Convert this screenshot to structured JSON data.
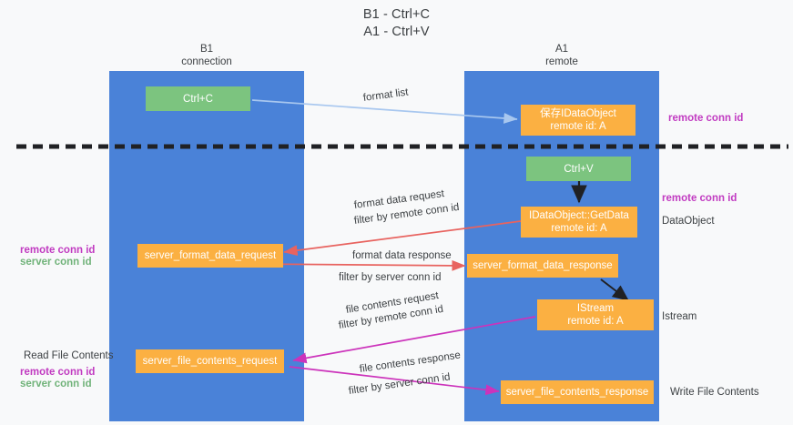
{
  "title": {
    "line1": "B1 - Ctrl+C",
    "line2": "A1 - Ctrl+V"
  },
  "lanes": [
    {
      "name": "B1",
      "sub": "connection"
    },
    {
      "name": "A1",
      "sub": "remote"
    }
  ],
  "nodes": {
    "ctrl_c": {
      "label": "Ctrl+C"
    },
    "ctrl_v": {
      "label": "Ctrl+V"
    },
    "save_idataobject": {
      "line1": "保存IDataObject",
      "line2": "remote id: A"
    },
    "getdata": {
      "line1": "IDataObject::GetData",
      "line2": "remote id: A"
    },
    "istream": {
      "line1": "IStream",
      "line2": "remote id: A"
    },
    "server_format_data_request": {
      "label": "server_format_data_request"
    },
    "server_format_data_response": {
      "label": "server_format_data_response"
    },
    "server_file_contents_request": {
      "label": "server_file_contents_request"
    },
    "server_file_contents_response": {
      "label": "server_file_contents_response"
    }
  },
  "edge_labels": {
    "format_list": "format list",
    "format_data_request": "format data request",
    "format_data_response": "format data response",
    "file_contents_request": "file contents request",
    "file_contents_response": "file contents response",
    "filter_by": "filter by ",
    "remote_conn_id": "remote conn id",
    "server_conn_id": "server conn id"
  },
  "side_labels": {
    "right_remote_conn_id_top": "remote conn id",
    "right_remote_conn_id_mid": "remote conn id",
    "right_dataobject": "DataObject",
    "right_istream": "Istream",
    "right_write_file_contents": "Write File Contents",
    "left_remote_conn_id": "remote conn id",
    "left_server_conn_id": "server conn id",
    "left_read_file_contents": "Read File Contents",
    "left_remote_conn_id_b": "remote conn id",
    "left_server_conn_id_b": "server conn id"
  },
  "colors": {
    "lane": "#4a82d8",
    "green_node": "#7cc47f",
    "orange_node": "#fbb042",
    "purple_text": "#c13bc1",
    "green_text": "#71b37a",
    "arrow_blue": "#a8c7ef",
    "arrow_red": "#e8635f",
    "arrow_magenta": "#cc33bb",
    "arrow_black": "#202124",
    "background": "#f8f9fa"
  }
}
